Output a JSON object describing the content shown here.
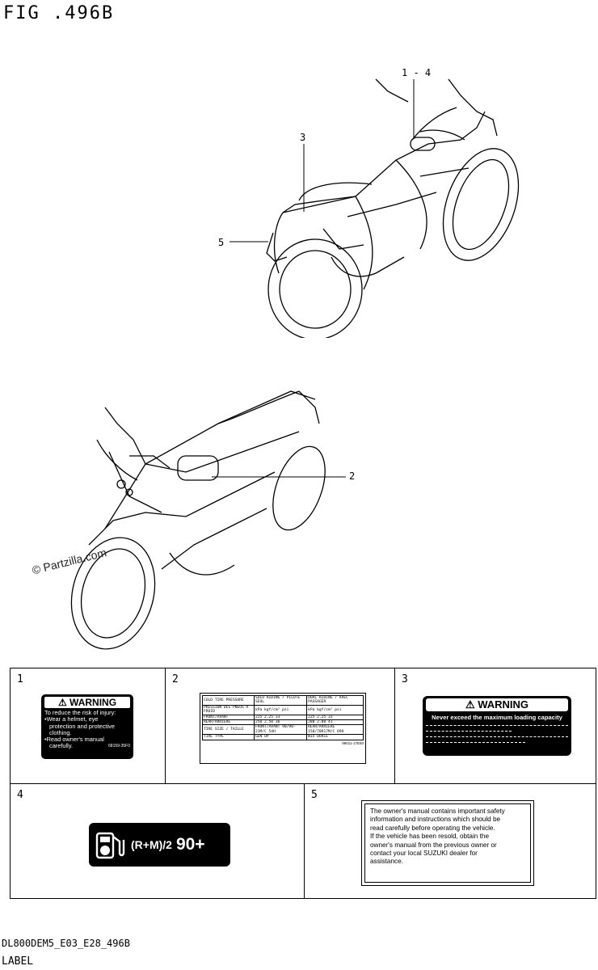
{
  "figure": {
    "title": "FIG .496B"
  },
  "callouts": {
    "top": [
      "1 - 4",
      "3",
      "5"
    ],
    "bottom": [
      "2"
    ]
  },
  "watermark": "© Partzilla.com",
  "labels": {
    "l1": {
      "num": "1",
      "heading": "WARNING",
      "lines": [
        "To reduce the risk of injury:",
        "•Wear a helmet, eye",
        "protection and protective",
        "clothing.",
        "•Read owner's manual",
        "carefully."
      ],
      "code": "68159-35F0"
    },
    "l2": {
      "num": "2",
      "rows": [
        [
          "COLD TIRE PRESSURE",
          "SOLO RIDING / PILOTE SEUL",
          "DUAL RIDING / AVEC PASSAGER"
        ],
        [
          "PRESSION DES PNEUS A FROID",
          "kPa  kgf/cm²  psi",
          "kPa  kgf/cm²  psi"
        ],
        [
          "FRONT/AVANT",
          "225  2.25  33",
          "225  2.25  33"
        ],
        [
          "REAR/ARRIERE",
          "250  2.50  36",
          "280  2.80  41"
        ],
        [
          "TIRE SIZE / TAILLE",
          "FRONT/AVANT 90/90-21M/C 54H",
          "REAR/ARRIERE 150/70R17M/C 69H"
        ],
        [
          "TIRE TYPE",
          "GEN OP",
          "WIX DURIE"
        ]
      ],
      "code": "99011-17E50"
    },
    "l3": {
      "num": "3",
      "heading": "WARNING",
      "line": "Never exceed the maximum loading capacity"
    },
    "l4": {
      "num": "4",
      "formula": "(R+M)/2",
      "octane": "90+"
    },
    "l5": {
      "num": "5",
      "lines": [
        "The owner's manual contains important safety",
        "information and instructions which should be",
        "read carefully before operating the vehicle.",
        "If the vehicle has been resold, obtain the",
        "owner's manual from the previous owner or",
        "contact your local SUZUKI dealer for",
        "assistance."
      ]
    }
  },
  "footer": {
    "code": "DL800DEM5_E03_E28_496B",
    "name": "LABEL"
  }
}
